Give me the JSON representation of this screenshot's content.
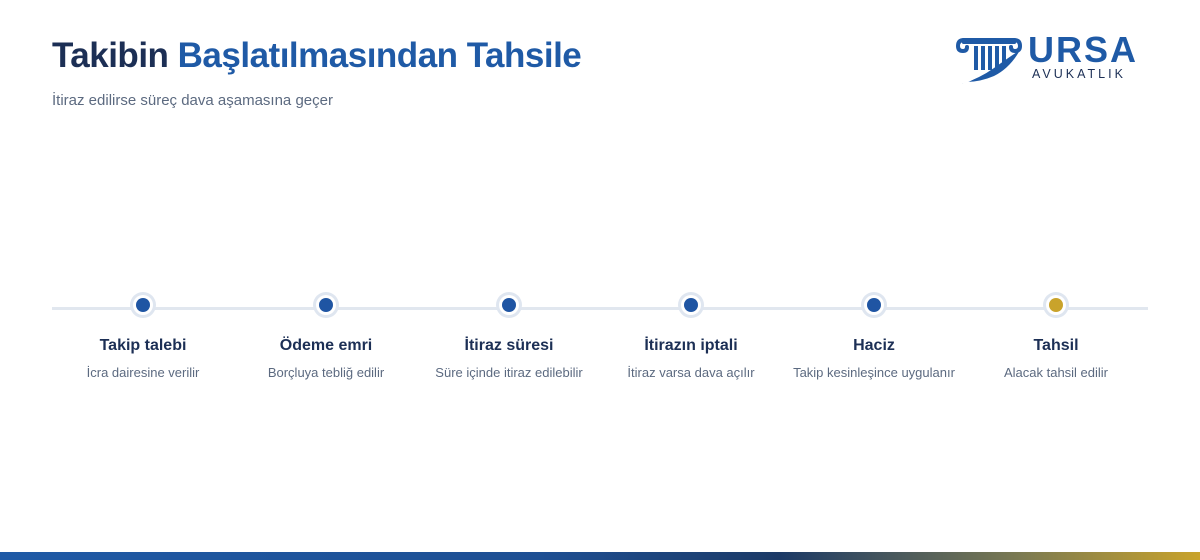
{
  "header": {
    "title_part1": "Takibin",
    "title_part2": "Başlatılmasından Tahsile",
    "subtitle": "İtiraz edilirse süreç dava aşamasına geçer"
  },
  "logo": {
    "name": "URSA",
    "tagline": "AVUKATLIK",
    "icon": "column-quill-icon"
  },
  "colors": {
    "primary": "#1f5aa6",
    "dark": "#1c2f55",
    "gold": "#c9a32b",
    "muted": "#5c6a80",
    "track": "#e1e7ef"
  },
  "steps": [
    {
      "label": "Takip talebi",
      "desc": "İcra dairesine verilir",
      "accent": "blue"
    },
    {
      "label": "Ödeme emri",
      "desc": "Borçluya tebliğ edilir",
      "accent": "blue"
    },
    {
      "label": "İtiraz süresi",
      "desc": "Süre içinde itiraz edilebilir",
      "accent": "blue"
    },
    {
      "label": "İtirazın iptali",
      "desc": "İtiraz varsa dava açılır",
      "accent": "blue"
    },
    {
      "label": "Haciz",
      "desc": "Takip kesinleşince uygulanır",
      "accent": "blue"
    },
    {
      "label": "Tahsil",
      "desc": "Alacak tahsil edilir",
      "accent": "gold"
    }
  ]
}
